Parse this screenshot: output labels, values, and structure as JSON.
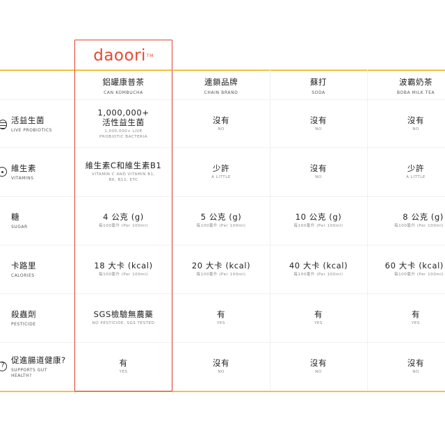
{
  "brand": {
    "logo_text": "daoori",
    "logo_mark": "TM",
    "accent_color": "#e8472f",
    "line_color": "#f3c23a"
  },
  "columns": [
    {
      "zh": "鋁罐康普茶",
      "en": "CAN KOMBUCHA"
    },
    {
      "zh": "連鎖品牌",
      "en": "CHAIN BRAND"
    },
    {
      "zh": "蘇打",
      "en": "SODA"
    },
    {
      "zh": "波霸奶茶",
      "en": "BOBA MILK TEA"
    }
  ],
  "rows": [
    {
      "zh": "活益生菌",
      "en": "LIVE PROBIOTICS",
      "icon": "bacteria-icon",
      "cells": [
        {
          "main": "1,000,000+\n活性益生菌",
          "sub": "1,000,000+ LIVE\nPROBIOTIC BACTERIA"
        },
        {
          "main": "沒有",
          "sub": "NO"
        },
        {
          "main": "沒有",
          "sub": "NO"
        },
        {
          "main": "沒有",
          "sub": "NO"
        }
      ]
    },
    {
      "zh": "維生素",
      "en": "VITAMINS",
      "icon": "vitamin-icon",
      "cells": [
        {
          "main": "維生素C和維生素B1",
          "sub": "VITAMIN C AND VITAMIN B1,\nB6, B12, ETC"
        },
        {
          "main": "少許",
          "sub": "A LITTLE"
        },
        {
          "main": "沒有",
          "sub": "NO"
        },
        {
          "main": "少許",
          "sub": "A LITTLE"
        }
      ]
    },
    {
      "zh": "糖",
      "en": "SUGAR",
      "icon": "",
      "cells": [
        {
          "main": "4 公克 (g)",
          "sub": "每100毫升 (Per 100ml)"
        },
        {
          "main": "5 公克 (g)",
          "sub": "每100毫升 (Per 100ml)"
        },
        {
          "main": "10 公克 (g)",
          "sub": "每100毫升 (Per 100ml)"
        },
        {
          "main": "8 公克 (g)",
          "sub": "每100毫升 (Per 100ml)"
        }
      ]
    },
    {
      "zh": "卡路里",
      "en": "CALORIES",
      "icon": "",
      "cells": [
        {
          "main": "18 大卡 (kcal)",
          "sub": "每100毫升 (Per 100ml)"
        },
        {
          "main": "20 大卡 (kcal)",
          "sub": "每100毫升 (Per 100ml)"
        },
        {
          "main": "40 大卡 (kcal)",
          "sub": "每100毫升 (Per 100ml)"
        },
        {
          "main": "60 大卡 (kcal)",
          "sub": "每100毫升 (Per 100ml)"
        }
      ]
    },
    {
      "zh": "殺蟲劑",
      "en": "PESTICIDE",
      "icon": "",
      "cells": [
        {
          "main": "SGS檢驗無農藥",
          "sub": "NO PESTICIDE, SGS TESTED"
        },
        {
          "main": "有",
          "sub": "YES"
        },
        {
          "main": "有",
          "sub": "YES"
        },
        {
          "main": "有",
          "sub": "YES"
        }
      ]
    },
    {
      "zh": "促進腸道健康?",
      "en": "SUPPORTS GUT\nHEALTH?",
      "icon": "question-icon",
      "cells": [
        {
          "main": "有",
          "sub": "YES"
        },
        {
          "main": "沒有",
          "sub": "NO"
        },
        {
          "main": "沒有",
          "sub": "NO"
        },
        {
          "main": "沒有",
          "sub": "NO"
        }
      ]
    }
  ]
}
